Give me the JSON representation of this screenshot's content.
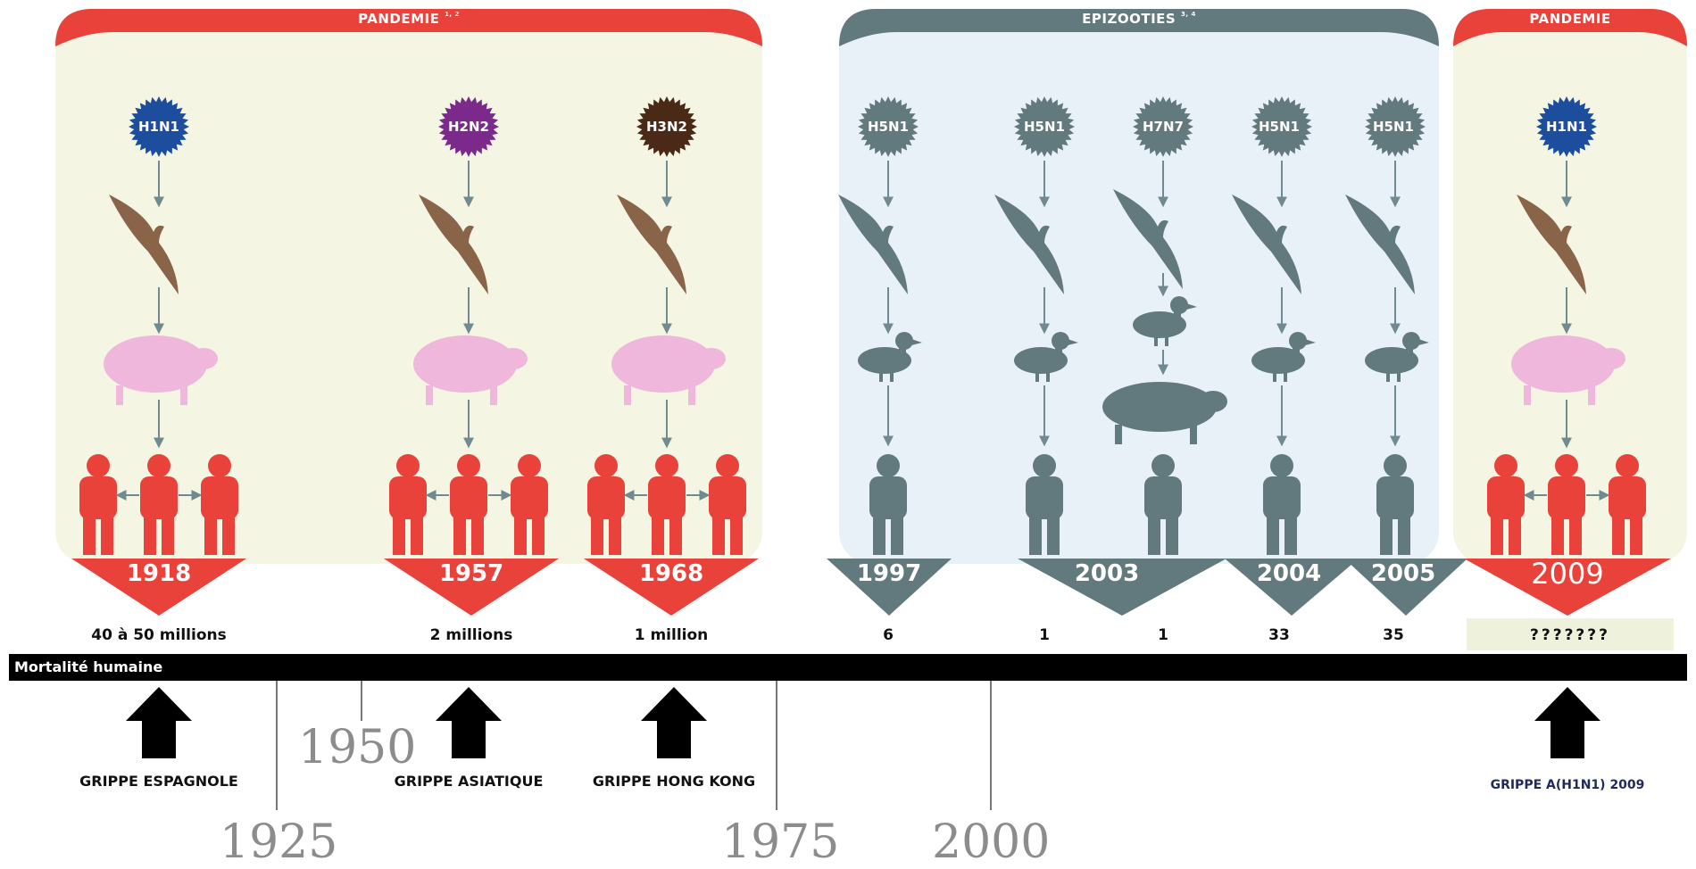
{
  "panels": [
    {
      "title": "PANDEMIE",
      "sup": "1, 2"
    },
    {
      "title": "EPIZOOTIES",
      "sup": "3, 4"
    },
    {
      "title": "PANDEMIE",
      "sup": ""
    }
  ],
  "colors": {
    "pandemic_red": "#e8423a",
    "epizootic_gray": "#627a7e",
    "panel_cream": "#f4f5e2",
    "panel_blue": "#e9f1f8",
    "bird_brown": "#8a6448",
    "pig_pink": "#f0b7dc",
    "h1n1_blue": "#1d4e9e",
    "h2n2_purple": "#7b2a8c",
    "h3n2_brown": "#4a2a17"
  },
  "columns": [
    {
      "virus": "H1N1",
      "year": "1918",
      "mortality": "40 à 50 millions",
      "event": "GRIPPE ESPAGNOLE"
    },
    {
      "virus": "H2N2",
      "year": "1957",
      "mortality": "2 millions",
      "event": "GRIPPE ASIATIQUE"
    },
    {
      "virus": "H3N2",
      "year": "1968",
      "mortality": "1 million",
      "event": "GRIPPE HONG KONG"
    },
    {
      "virus": "H5N1",
      "year": "1997",
      "mortality": "6"
    },
    {
      "virus": "H5N1",
      "year": "2003",
      "mortality": "1"
    },
    {
      "virus": "H7N7",
      "mortality": "1"
    },
    {
      "virus": "H5N1",
      "year": "2004",
      "mortality": "33"
    },
    {
      "virus": "H5N1",
      "year": "2005",
      "mortality": "35"
    },
    {
      "virus": "H1N1",
      "year": "2009",
      "mortality": "???????",
      "event": "GRIPPE A(H1N1) 2009"
    }
  ],
  "mortality_label": "Mortalité humaine",
  "axis_years": [
    "1925",
    "1950",
    "1975",
    "2000"
  ]
}
